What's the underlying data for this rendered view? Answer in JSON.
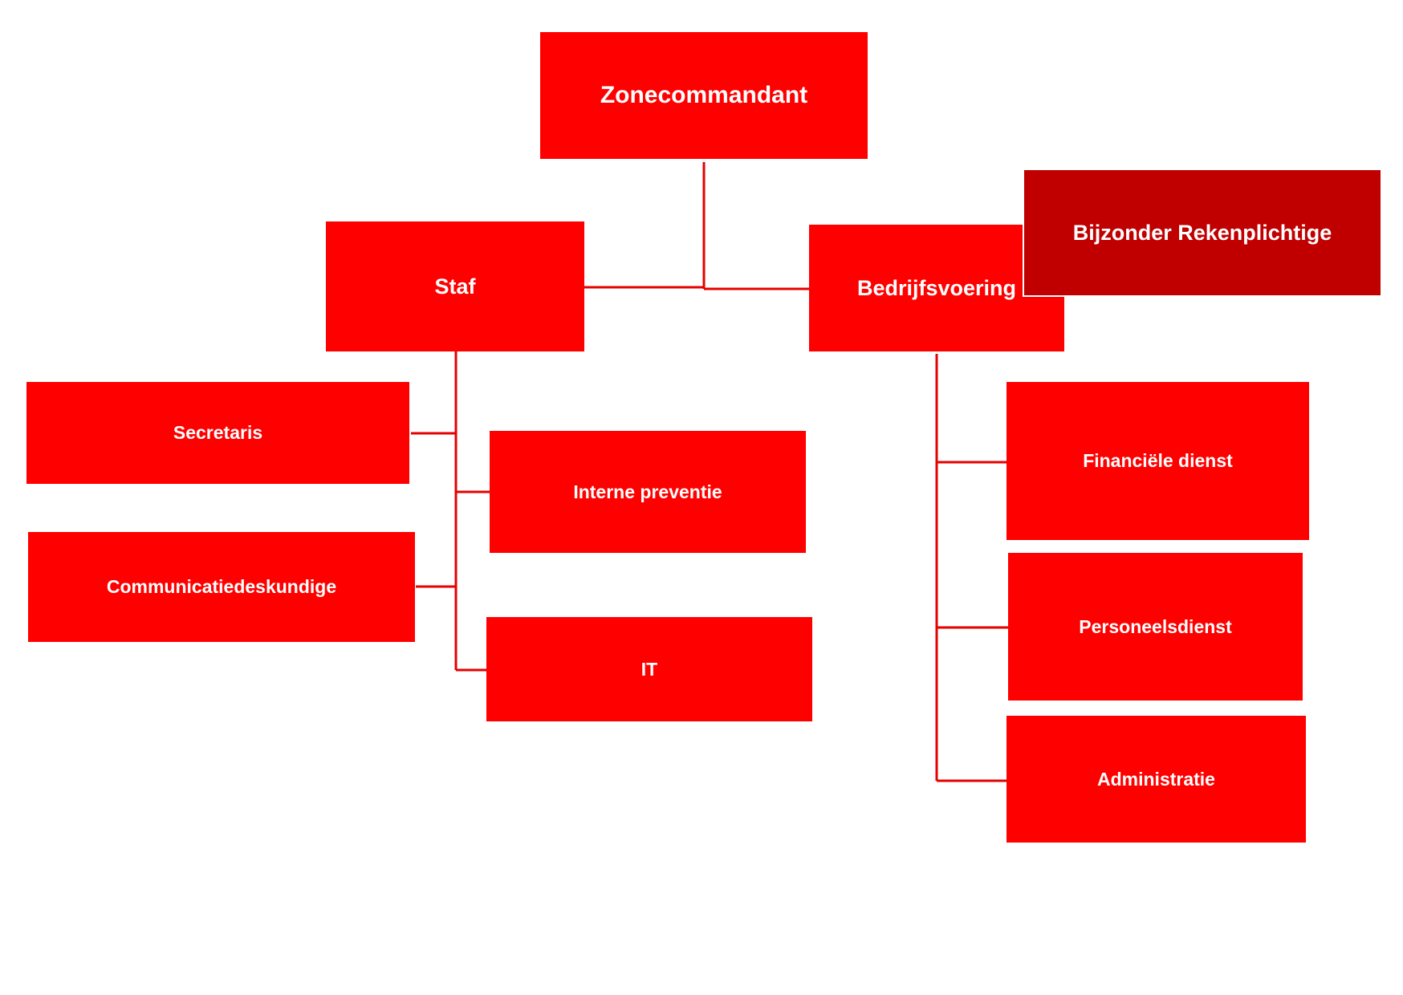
{
  "top": {
    "label": "Zonecommandant"
  },
  "staf": {
    "label": "Staf",
    "children": [
      "Secretaris",
      "Communicatiedeskundige",
      "Interne preventie",
      "IT"
    ]
  },
  "bedrijfsvoering": {
    "label": "Bedrijfsvoering",
    "children": [
      "Financiële dienst",
      "Personeelsdienst",
      "Administratie"
    ]
  },
  "bijzonder": {
    "label": "Bijzonder Rekenplichtige"
  },
  "colors": {
    "box": "#ff0000",
    "dark_box": "#c00000",
    "connector": "#e60000"
  }
}
